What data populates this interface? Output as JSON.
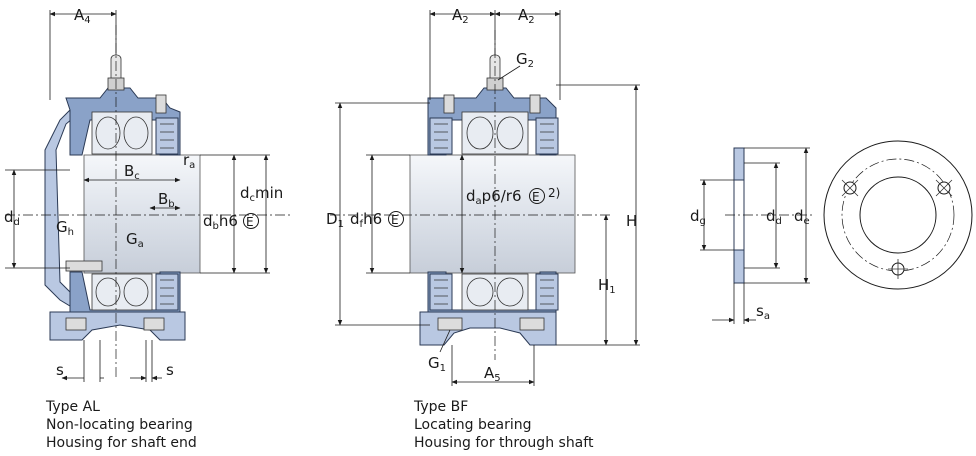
{
  "left_view": {
    "dims": {
      "A": "A",
      "A_sub": "4",
      "r": "r",
      "r_sub": "a",
      "B_c": "B",
      "B_c_sub": "c",
      "d_c": "d",
      "d_c_sub": "c",
      "d_c_suffix": "min",
      "B_b": "B",
      "B_b_sub": "b",
      "d_d": "d",
      "d_d_sub": "d",
      "d_b": "d",
      "d_b_sub": "b",
      "d_b_suffix": "h6",
      "G_h": "G",
      "G_h_sub": "h",
      "G_a": "G",
      "G_a_sub": "a",
      "s_left": "s",
      "s_right": "s"
    },
    "caption": [
      "Type AL",
      "Non-locating bearing",
      "Housing for shaft end"
    ]
  },
  "middle_view": {
    "dims": {
      "A2_left": "A",
      "A2_left_sub": "2",
      "A2_right": "A",
      "A2_right_sub": "2",
      "G2": "G",
      "G2_sub": "2",
      "D1": "D",
      "D1_sub": "1",
      "d_f": "d",
      "d_f_sub": "f",
      "d_f_suffix": "h6",
      "d_a": "d",
      "d_a_sub": "a",
      "d_a_suffix": "p6/r6",
      "note": "2)",
      "H": "H",
      "H1": "H",
      "H1_sub": "1",
      "G1": "G",
      "G1_sub": "1",
      "A5": "A",
      "A5_sub": "5"
    },
    "caption": [
      "Type BF",
      "Locating bearing",
      "Housing for through shaft"
    ]
  },
  "right_view": {
    "dims": {
      "d_g": "d",
      "d_g_sub": "g",
      "d_d": "d",
      "d_d_sub": "d",
      "d_e": "d",
      "d_e_sub": "e",
      "s_a": "s",
      "s_a_sub": "a"
    }
  },
  "envelope_symbol": "E",
  "colors": {
    "housing": "#8aa2c8",
    "housing_light": "#b9c8e2",
    "shaft": "#dde2ea"
  }
}
